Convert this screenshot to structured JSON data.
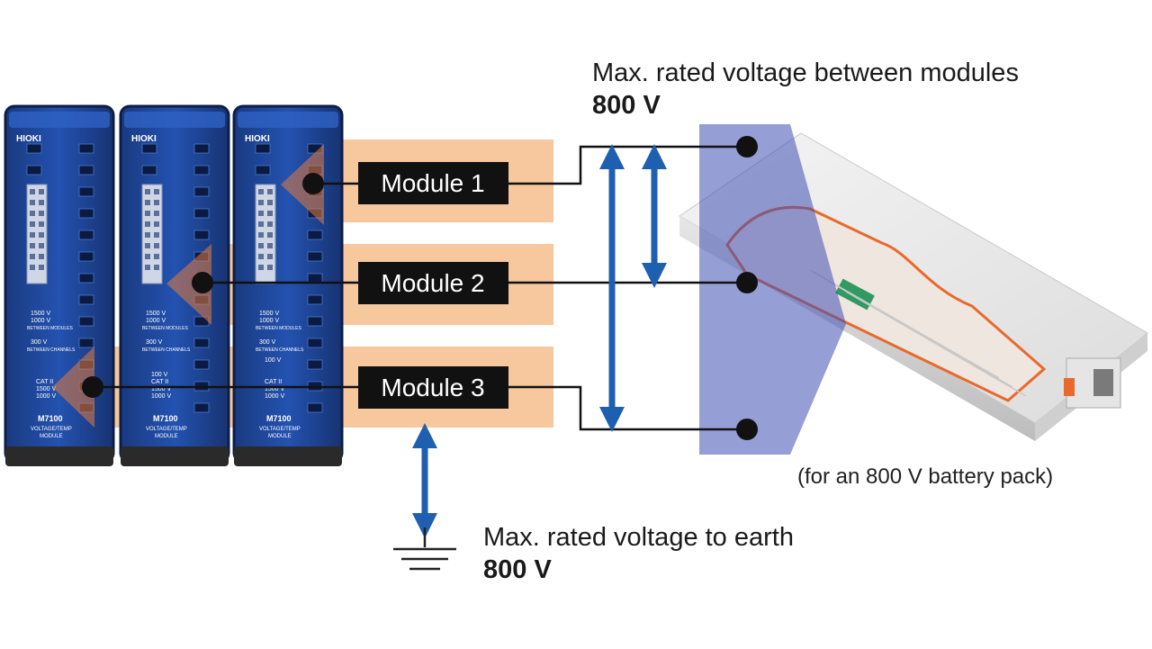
{
  "modules": [
    {
      "label": "Module 1"
    },
    {
      "label": "Module 2"
    },
    {
      "label": "Module 3"
    }
  ],
  "device": {
    "brand": "HIOKI",
    "model": "M7100",
    "module_type_line1": "VOLTAGE/TEMP",
    "module_type_line2": "MODULE",
    "rating_between_modules_v": "1500 V",
    "rating_between_modules_ac": "1000 V",
    "between_modules_label": "BETWEEN MODULES",
    "rating_between_channels": "300 V",
    "between_channels_label": "BETWEEN CHANNELS",
    "cat_label": "CAT II",
    "cat_1500": "1500 V",
    "cat_1000": "1000 V",
    "cat_100": "100 V"
  },
  "between_modules": {
    "title": "Max. rated voltage between modules",
    "value": "800 V"
  },
  "to_earth": {
    "title": "Max. rated voltage to earth",
    "value": "800 V"
  },
  "battery_caption": "(for an 800 V battery pack)",
  "colors": {
    "module_blue": "#1c3f8c",
    "arrow_blue": "#1f5fb0",
    "band_orange": "#f7c79d",
    "label_box": "#111111",
    "battery_accent": "#e8692c",
    "battery_overlay": "#3f4fb5"
  }
}
